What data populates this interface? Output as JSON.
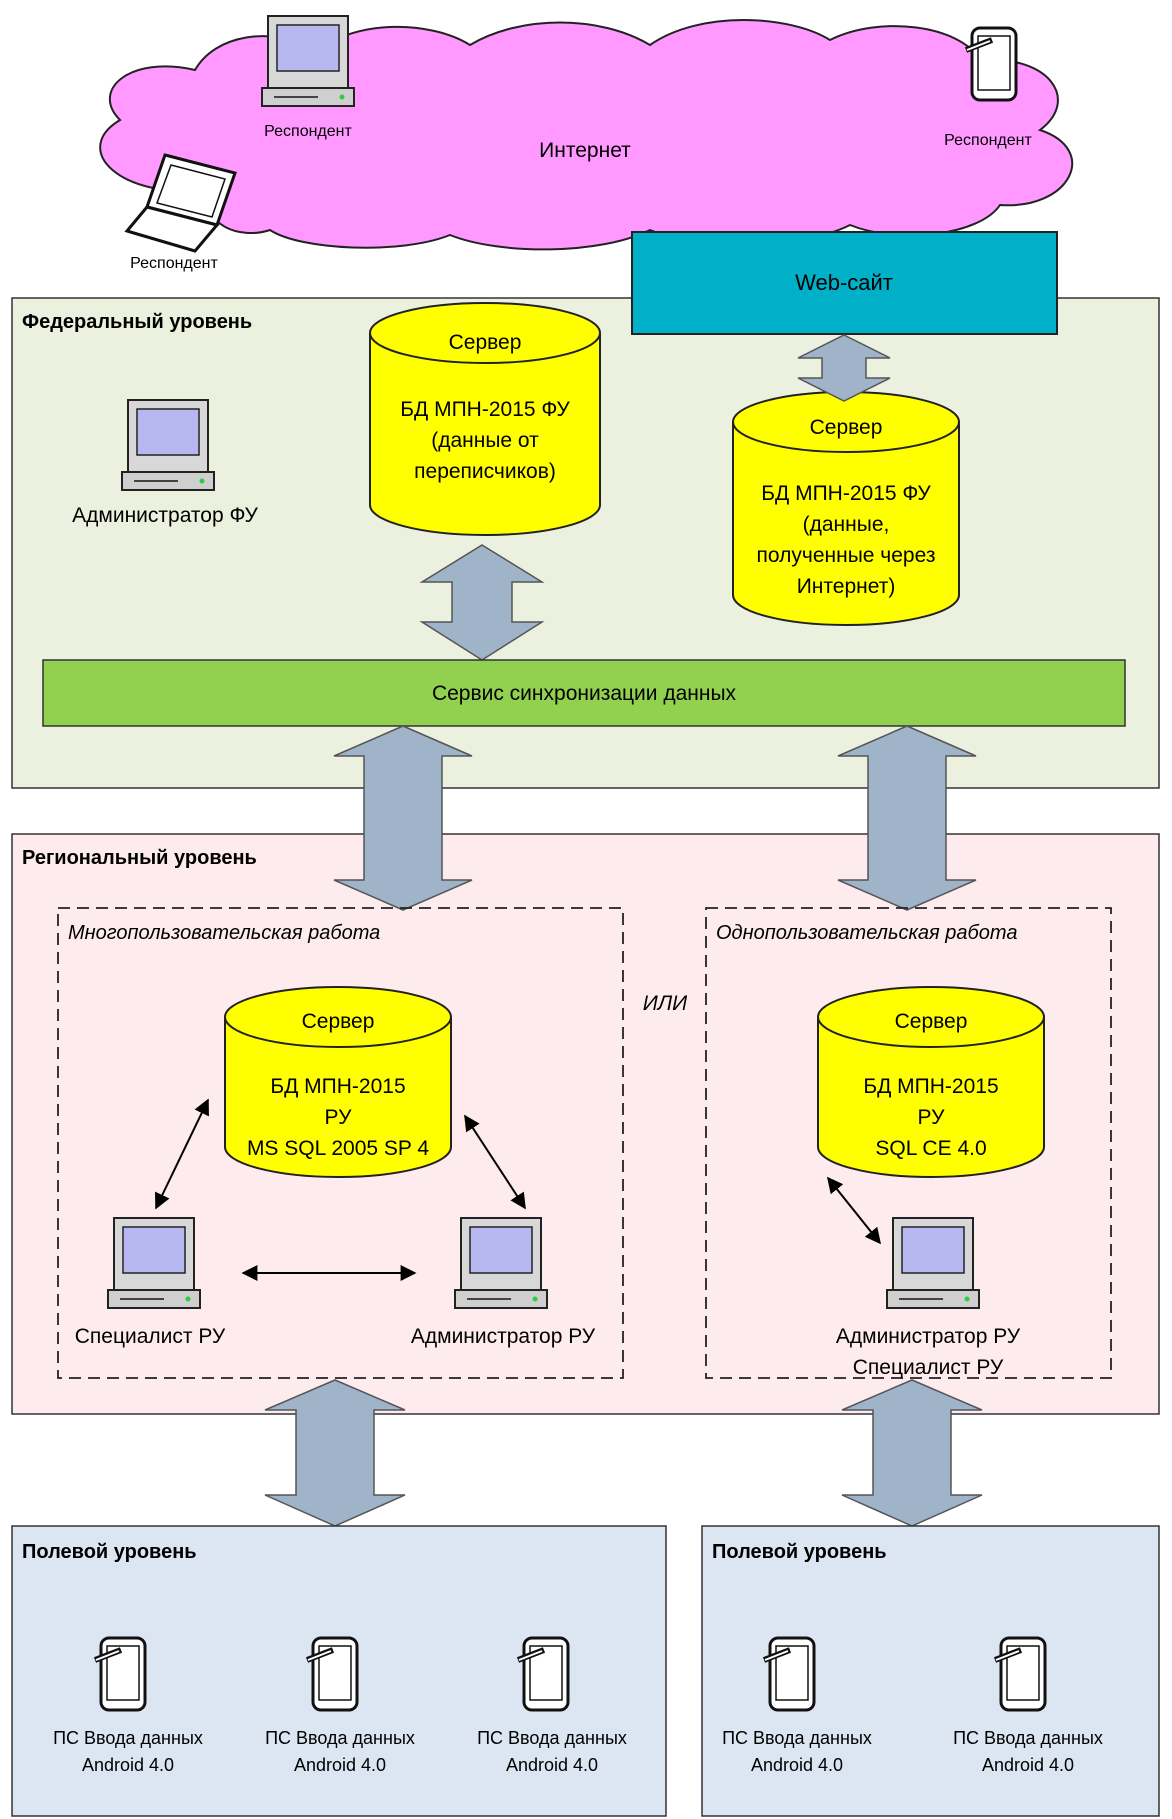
{
  "internet": {
    "label": "Интернет",
    "respondent_1": "Респондент",
    "respondent_2": "Респондент",
    "respondent_3": "Респондент"
  },
  "website": {
    "label": "Web-сайт"
  },
  "federal": {
    "title": "Федеральный уровень",
    "admin": "Администратор ФУ",
    "server1": {
      "title": "Сервер",
      "line1": "БД МПН-2015 ФУ",
      "line2": "(данные от",
      "line3": "переписчиков)"
    },
    "server2": {
      "title": "Сервер",
      "line1": "БД МПН-2015 ФУ",
      "line2": "(данные,",
      "line3": "полученные через",
      "line4": "Интернет)"
    },
    "sync_service": "Сервис синхронизации данных"
  },
  "regional": {
    "title": "Региональный уровень",
    "or_label": "ИЛИ",
    "multi": {
      "title": "Многопользовательская работа",
      "server": {
        "title": "Сервер",
        "line1": "БД МПН-2015",
        "line2": "РУ",
        "line3": "MS SQL 2005 SP 4"
      },
      "specialist": "Специалист РУ",
      "admin": "Администратор РУ"
    },
    "single": {
      "title": "Однопользовательская работа",
      "server": {
        "title": "Сервер",
        "line1": "БД МПН-2015",
        "line2": "РУ",
        "line3": "SQL CE 4.0"
      },
      "user_line1": "Администратор РУ",
      "user_line2": "Специалист РУ"
    }
  },
  "field_left": {
    "title": "Полевой уровень",
    "devices": [
      {
        "line1": "ПС Ввода данных",
        "line2": "Android 4.0"
      },
      {
        "line1": "ПС Ввода данных",
        "line2": "Android 4.0"
      },
      {
        "line1": "ПС Ввода данных",
        "line2": "Android 4.0"
      }
    ]
  },
  "field_right": {
    "title": "Полевой уровень",
    "devices": [
      {
        "line1": "ПС Ввода данных",
        "line2": "Android 4.0"
      },
      {
        "line1": "ПС Ввода данных",
        "line2": "Android 4.0"
      }
    ]
  },
  "colors": {
    "internet_cloud": "#ff99ff",
    "federal_bg": "#ebf1de",
    "regional_bg": "#fdebee",
    "field_bg": "#dce6f2",
    "server": "#ffff00",
    "website": "#00b0c8",
    "sync": "#92d050",
    "arrow": "#9fb4c9"
  }
}
